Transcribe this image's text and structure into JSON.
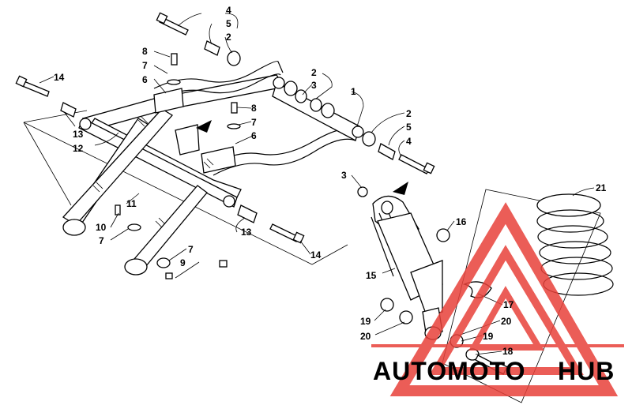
{
  "callouts": [
    {
      "id": "c4a",
      "label": "4"
    },
    {
      "id": "c5a",
      "label": "5"
    },
    {
      "id": "c2a",
      "label": "2"
    },
    {
      "id": "c8a",
      "label": "8"
    },
    {
      "id": "c7a",
      "label": "7"
    },
    {
      "id": "c6a",
      "label": "6"
    },
    {
      "id": "c14a",
      "label": "14"
    },
    {
      "id": "c13a",
      "label": "13"
    },
    {
      "id": "c12",
      "label": "12"
    },
    {
      "id": "c2b",
      "label": "2"
    },
    {
      "id": "c3a",
      "label": "3"
    },
    {
      "id": "c1",
      "label": "1"
    },
    {
      "id": "c8b",
      "label": "8"
    },
    {
      "id": "c7b",
      "label": "7"
    },
    {
      "id": "c6b",
      "label": "6"
    },
    {
      "id": "c2c",
      "label": "2"
    },
    {
      "id": "c5b",
      "label": "5"
    },
    {
      "id": "c4b",
      "label": "4"
    },
    {
      "id": "c11",
      "label": "11"
    },
    {
      "id": "c3b",
      "label": "3"
    },
    {
      "id": "c21",
      "label": "21"
    },
    {
      "id": "c10",
      "label": "10"
    },
    {
      "id": "c7c",
      "label": "7"
    },
    {
      "id": "c13b",
      "label": "13"
    },
    {
      "id": "c16",
      "label": "16"
    },
    {
      "id": "c14b",
      "label": "14"
    },
    {
      "id": "c7d",
      "label": "7"
    },
    {
      "id": "c9",
      "label": "9"
    },
    {
      "id": "c15",
      "label": "15"
    },
    {
      "id": "c17",
      "label": "17"
    },
    {
      "id": "c19a",
      "label": "19"
    },
    {
      "id": "c20a",
      "label": "20"
    },
    {
      "id": "c20b",
      "label": "20"
    },
    {
      "id": "c19b",
      "label": "19"
    },
    {
      "id": "c18",
      "label": "18"
    }
  ],
  "watermark": {
    "text_a": "AUTOMOTO",
    "text_b": "HUB",
    "color_a": "#f5b06a",
    "color_b": "#666666",
    "logo_color": "#e8413a"
  }
}
